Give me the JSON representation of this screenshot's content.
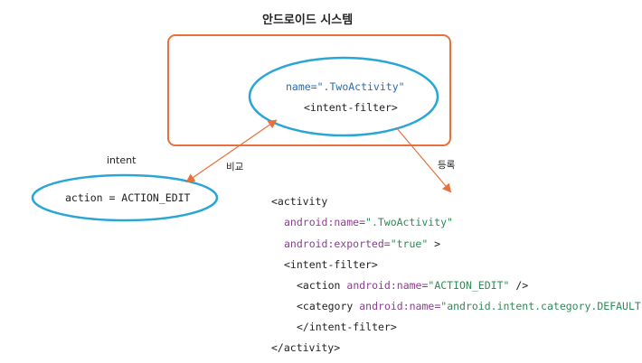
{
  "title": "안드로이드 시스템",
  "system_ellipse": {
    "line1_attr": "name=",
    "line1_value": "\".TwoActivity\"",
    "line2": "<intent-filter>"
  },
  "intent": {
    "label": "intent",
    "action_text": "action = ACTION_EDIT"
  },
  "arrows": {
    "compare_label": "비교",
    "register_label": "등록"
  },
  "code": {
    "activity_open": "<activity",
    "name_attr": "android:name=",
    "name_value": "\".TwoActivity\"",
    "exported_attr": "android:exported=",
    "exported_value": "\"true\"",
    "exported_close": " >",
    "filter_open": "<intent-filter>",
    "action_tag": "<action ",
    "action_attr": "android:name=",
    "action_value": "\"ACTION_EDIT\"",
    "action_close": " />",
    "category_tag": "<category ",
    "category_attr": "android:name=",
    "category_value": "\"android.intent.category.DEFAULT\"",
    "category_close": "/>",
    "filter_close": "</intent-filter>",
    "activity_close": "</activity>"
  },
  "colors": {
    "system_box": "#e8703a",
    "ellipse_stroke": "#2aa6d6",
    "compare_arrow": "#e8703a",
    "register_arrow": "#e8703a",
    "attr": "#8a3f8f",
    "value": "#2e8b57"
  }
}
